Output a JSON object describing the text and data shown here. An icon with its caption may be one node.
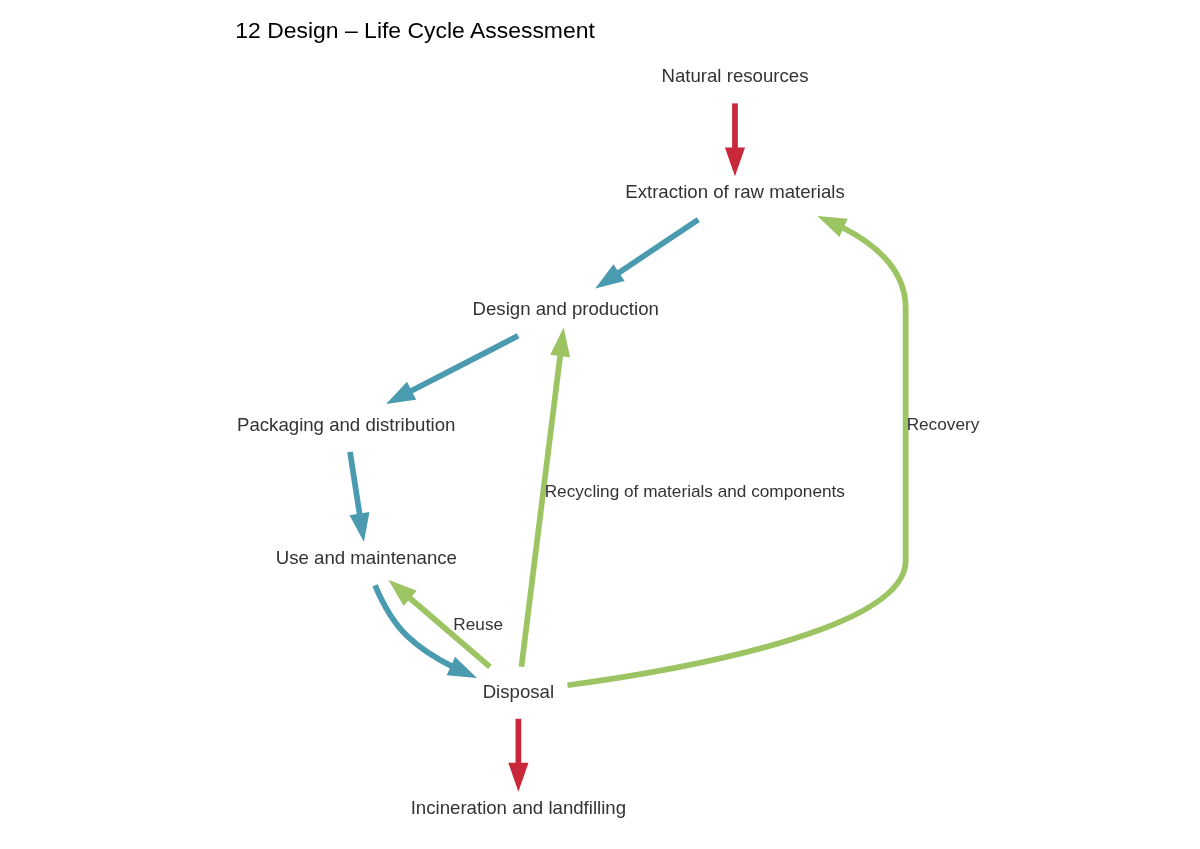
{
  "diagram": {
    "title": "12 Design – Life Cycle Assessment",
    "nodes": [
      {
        "text": [
          "Natural resources"
        ]
      },
      {
        "text": [
          "Incineration and landfilling"
        ]
      },
      {
        "text": [
          "Extraction of raw materials"
        ]
      },
      {
        "text": [
          "Design and production"
        ]
      },
      {
        "text": [
          "Packaging and distribution"
        ]
      },
      {
        "text": [
          "Use and maintenance"
        ]
      },
      {
        "text": [
          "Disposal"
        ]
      }
    ],
    "edges": [
      {
        "from": 0,
        "to": 2,
        "arrow": "to",
        "color": "#c8283a"
      },
      {
        "from": 2,
        "to": 3,
        "arrow": "to"
      },
      {
        "from": 3,
        "to": 4,
        "arrow": "to"
      },
      {
        "from": 4,
        "to": 5,
        "arrow": "to"
      },
      {
        "from": 5,
        "to": 6,
        "arrow": "to"
      },
      {
        "from": 6,
        "to": 1,
        "arrow": "to",
        "color": "#c8283a"
      },
      {
        "from": 6,
        "to": 2,
        "arrow": "to",
        "label": "Recovery",
        "color": "#9cc462"
      },
      {
        "from": 6,
        "to": 3,
        "arrow": "to",
        "label": "Recycling of materials and components",
        "color": "#9cc462"
      },
      {
        "from": 6,
        "to": 5,
        "arrow": "to",
        "label": "Reuse",
        "color": "#9cc462"
      }
    ]
  }
}
